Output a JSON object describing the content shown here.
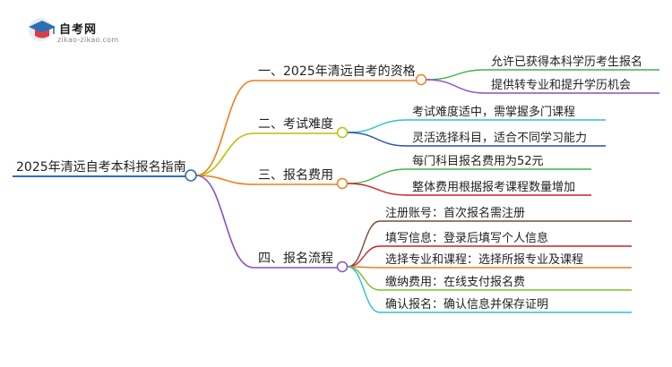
{
  "brand": {
    "name": "自考网",
    "url": "zikao-zikao.com"
  },
  "root": {
    "label": "2025年清远自考本科报名指南",
    "color": "#2e6fb3"
  },
  "branches": [
    {
      "label": "一、2025年清远自考的资格",
      "color": "#f07d1e",
      "leaves": [
        {
          "label": "允许已获得本科学历考生报名",
          "color": "#3fb44a"
        },
        {
          "label": "提供转专业和提升学历机会",
          "color": "#8a4fc6"
        }
      ]
    },
    {
      "label": "二、考试难度",
      "color": "#b7c400",
      "leaves": [
        {
          "label": "考试难度适中，需掌握多门课程",
          "color": "#2fc0c8"
        },
        {
          "label": "灵活选择科目，适合不同学习能力",
          "color": "#2d4fa1"
        }
      ]
    },
    {
      "label": "三、报名费用",
      "color": "#f07d1e",
      "leaves": [
        {
          "label": "每门科目报名费用为52元",
          "color": "#3fb44a"
        },
        {
          "label": "整体费用根据报考课程数量增加",
          "color": "#c8222a"
        }
      ]
    },
    {
      "label": "四、报名流程",
      "color": "#8a4fc6",
      "leaves": [
        {
          "label": "注册账号：首次报名需注册",
          "color": "#7b4a3a"
        },
        {
          "label": "填写信息：登录后填写个人信息",
          "color": "#c8222a"
        },
        {
          "label": "选择专业和课程：选择所报专业及课程",
          "color": "#f07d1e"
        },
        {
          "label": "缴纳费用：在线支付报名费",
          "color": "#7cbf2c"
        },
        {
          "label": "确认报名：确认信息并保存证明",
          "color": "#2fc0c8"
        }
      ]
    }
  ]
}
